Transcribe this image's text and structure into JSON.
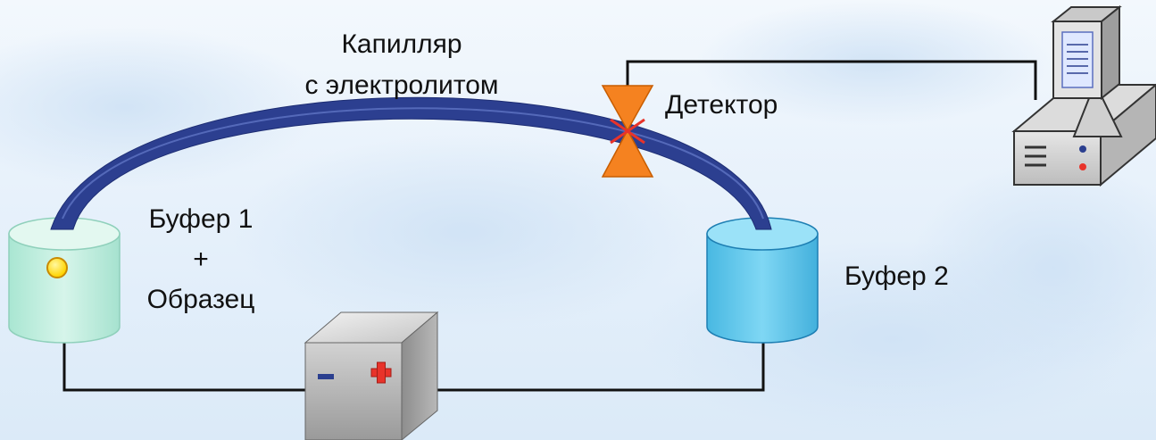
{
  "labels": {
    "capillary_line1": "Капилляр",
    "capillary_line2": "с электролитом",
    "detector": "Детектор",
    "buffer1_line1": "Буфер 1",
    "buffer1_line2": "+",
    "buffer1_line3": "Образец",
    "buffer2": "Буфер 2"
  },
  "colors": {
    "capillary": "#2b3f8f",
    "buffer1": "#bfeedd",
    "buffer2": "#5cc8ee",
    "detector": "#f58220",
    "detector_cross": "#e8332a",
    "sample_dot": "#ffe500",
    "minus": "#2b3f8f",
    "plus": "#e8332a"
  },
  "icons": [
    "sample-dot-icon",
    "minus-sign-icon",
    "plus-sign-icon",
    "computer-icon",
    "power-supply-icon"
  ]
}
